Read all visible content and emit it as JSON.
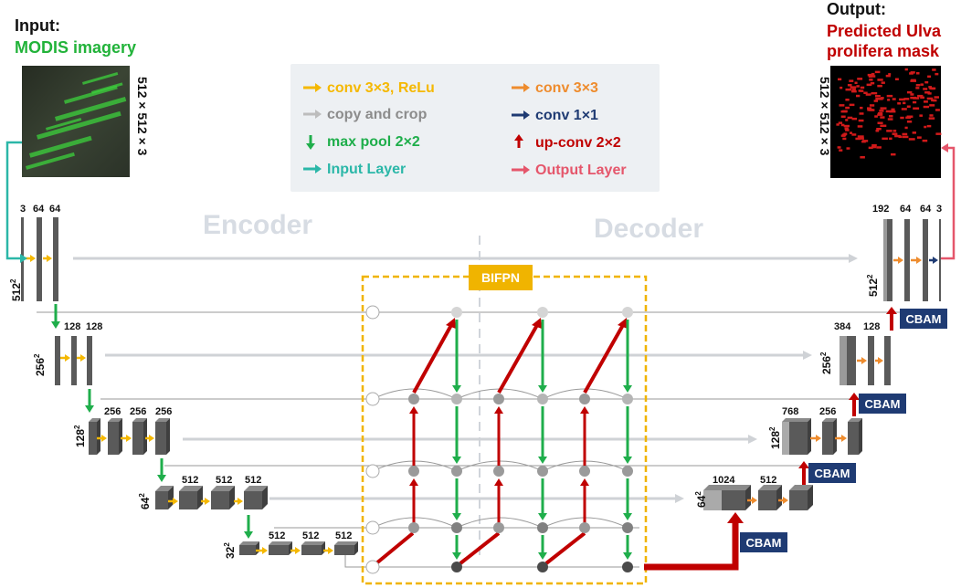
{
  "header": {
    "input_title": "Input:",
    "input_subtitle": "MODIS imagery",
    "input_size": "512 × 512 × 3",
    "output_title": "Output:",
    "output_line1": "Predicted Ulva",
    "output_line2": "prolifera mask",
    "output_size": "512 × 512 × 3"
  },
  "legend": {
    "items": [
      {
        "label": "conv 3×3, ReLu",
        "color": "#f5b800",
        "marker": "arrow-right"
      },
      {
        "label": "copy and crop",
        "color": "#a6a6a6",
        "marker": "arrow-right"
      },
      {
        "label": "max pool 2×2",
        "color": "#1fae4b",
        "marker": "arrow-down"
      },
      {
        "label": "Input Layer",
        "color": "#2bb7a8",
        "marker": "arrow-right"
      },
      {
        "label": "conv 3×3",
        "color": "#ee8c2e",
        "marker": "arrow-right"
      },
      {
        "label": "conv 1×1",
        "color": "#1f3b73",
        "marker": "arrow-right"
      },
      {
        "label": "up-conv 2×2",
        "color": "#c00000",
        "marker": "arrow-up"
      },
      {
        "label": "Output Layer",
        "color": "#e5566b",
        "marker": "arrow-right"
      }
    ]
  },
  "labels": {
    "encoder": "Encoder",
    "decoder": "Decoder",
    "bifpn": "BIFPN",
    "cbam": "CBAM"
  },
  "encoder": {
    "levels": [
      {
        "res": "512",
        "channels": [
          "3",
          "64",
          "64"
        ]
      },
      {
        "res": "256",
        "channels": [
          "128",
          "128"
        ]
      },
      {
        "res": "128",
        "channels": [
          "256",
          "256",
          "256"
        ]
      },
      {
        "res": "64",
        "channels": [
          "512",
          "512",
          "512"
        ]
      },
      {
        "res": "32",
        "channels": [
          "512",
          "512",
          "512"
        ]
      }
    ]
  },
  "decoder": {
    "levels": [
      {
        "res": "512",
        "channels": [
          "192",
          "64",
          "64",
          "3"
        ]
      },
      {
        "res": "256",
        "channels": [
          "384",
          "128"
        ]
      },
      {
        "res": "128",
        "channels": [
          "768",
          "256"
        ]
      },
      {
        "res": "64",
        "channels": [
          "1024",
          "512"
        ]
      }
    ]
  },
  "colors": {
    "block": "#5a5a5a",
    "block_light": "#9a9a9a",
    "cbam_bg": "#1f3b73",
    "bifpn_border": "#f0b400",
    "bifpn_label_bg": "#f0b400",
    "input_title": "#111111",
    "input_subtitle": "#22b33a",
    "output_title": "#111111",
    "output_subtitle": "#c00000",
    "legend_bg": "#edf0f3"
  }
}
